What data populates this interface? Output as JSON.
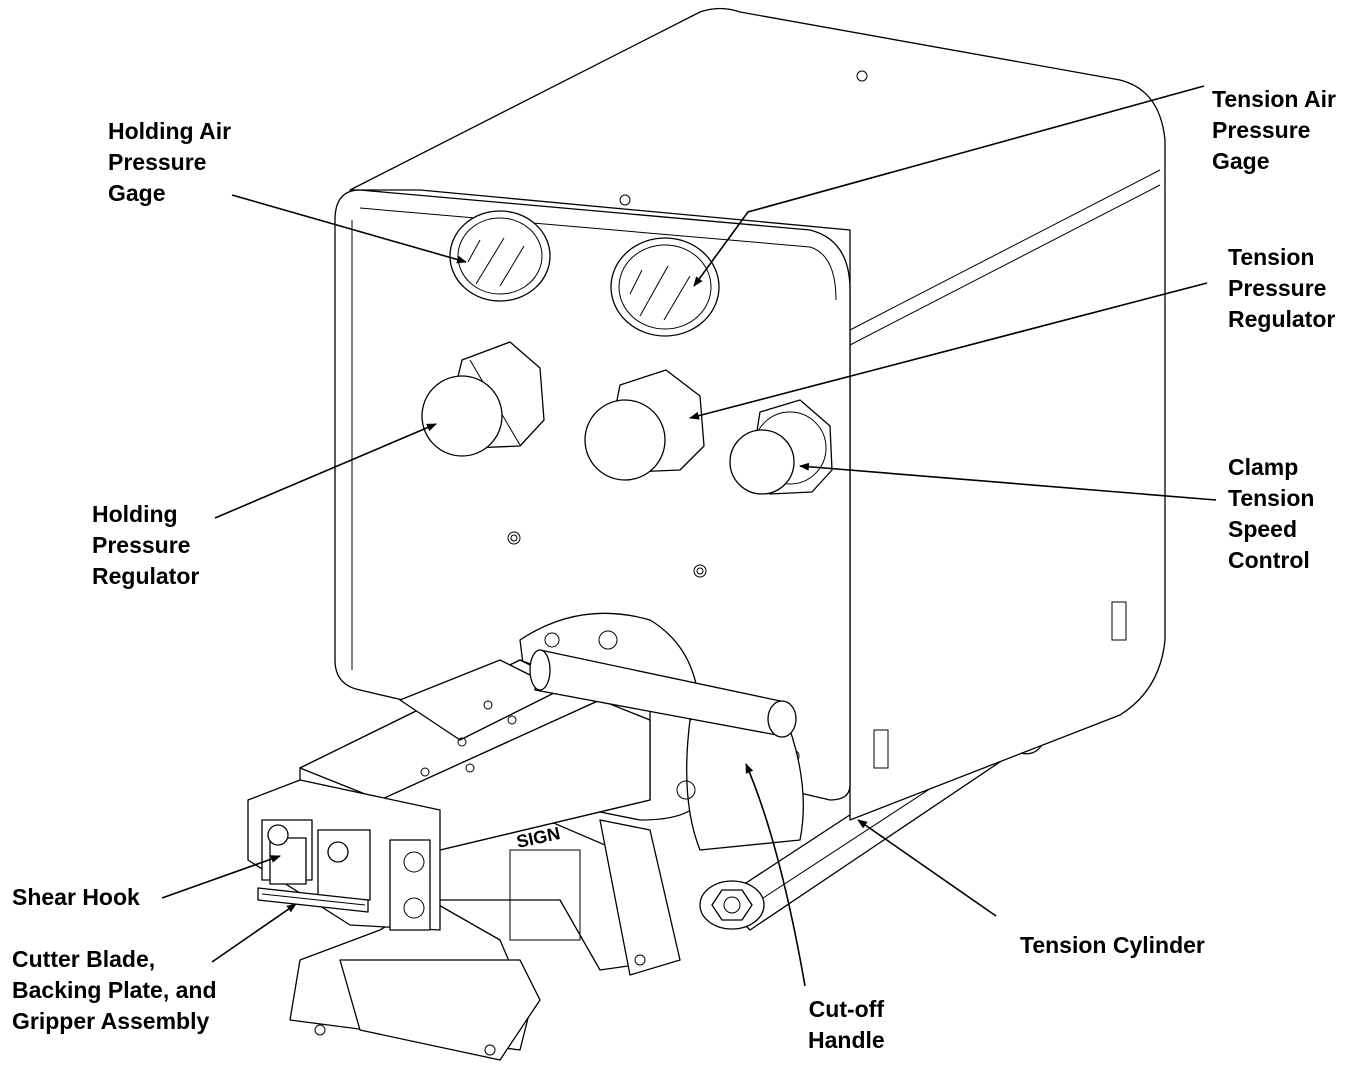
{
  "labels": {
    "holding_gage": "Holding Air\nPressure\nGage",
    "tension_gage": "Tension Air\nPressure\nGage",
    "tension_regulator": "Tension\nPressure\nRegulator",
    "clamp_speed": "Clamp\nTension\nSpeed\nControl",
    "holding_regulator": "Holding\nPressure\nRegulator",
    "shear_hook": "Shear Hook",
    "cutter_assembly": "Cutter Blade,\nBacking Plate, and\nGripper Assembly",
    "cutoff_handle": "Cut-off\nHandle",
    "tension_cylinder": "Tension Cylinder"
  },
  "stamp": "SIGN"
}
